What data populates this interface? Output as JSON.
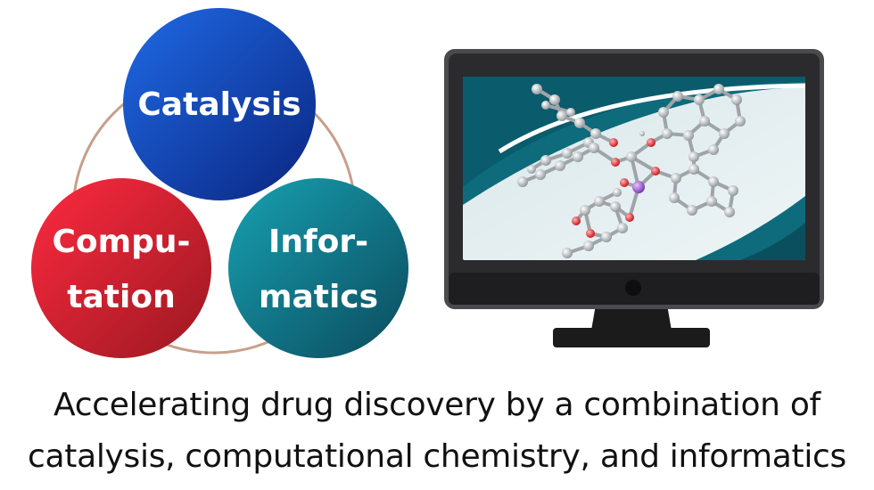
{
  "venn": {
    "top": {
      "label": "Catalysis",
      "color_light": "#1a5fd8",
      "color_dark": "#0b2a8c"
    },
    "left": {
      "label_line1": "Compu-",
      "label_line2": "tation",
      "color_light": "#f0283c",
      "color_dark": "#9c1a22"
    },
    "right": {
      "label_line1": "Infor-",
      "label_line2": "matics",
      "color_light": "#1596a6",
      "color_dark": "#0d5566"
    },
    "ring_color": "#c7a08a"
  },
  "monitor": {
    "icon": "computer-monitor-icon",
    "screen_content": "molecule-ball-and-stick-icon",
    "bezel_color": "#3a3a3c",
    "screen_color": "#0d6b7c",
    "atom_color": "#cfd3d6",
    "oxygen_color": "#e0202a",
    "metal_color": "#a04fd0"
  },
  "caption": {
    "line1": "Accelerating drug discovery by a combination of",
    "line2": "catalysis, computational chemistry, and informatics"
  }
}
